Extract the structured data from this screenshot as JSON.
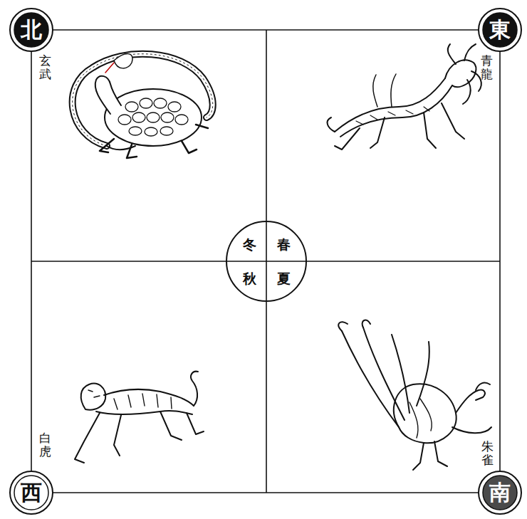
{
  "diagram": {
    "nodes": [
      {
        "text": [
          "北"
        ]
      },
      {
        "text": [
          "東"
        ]
      },
      {
        "text": [
          "冬",
          "春",
          "秋",
          "夏"
        ]
      },
      {
        "text": [
          "西"
        ]
      },
      {
        "text": [
          "南"
        ]
      }
    ],
    "labels": [
      "玄武",
      "青龍",
      "白虎",
      "朱雀"
    ]
  }
}
